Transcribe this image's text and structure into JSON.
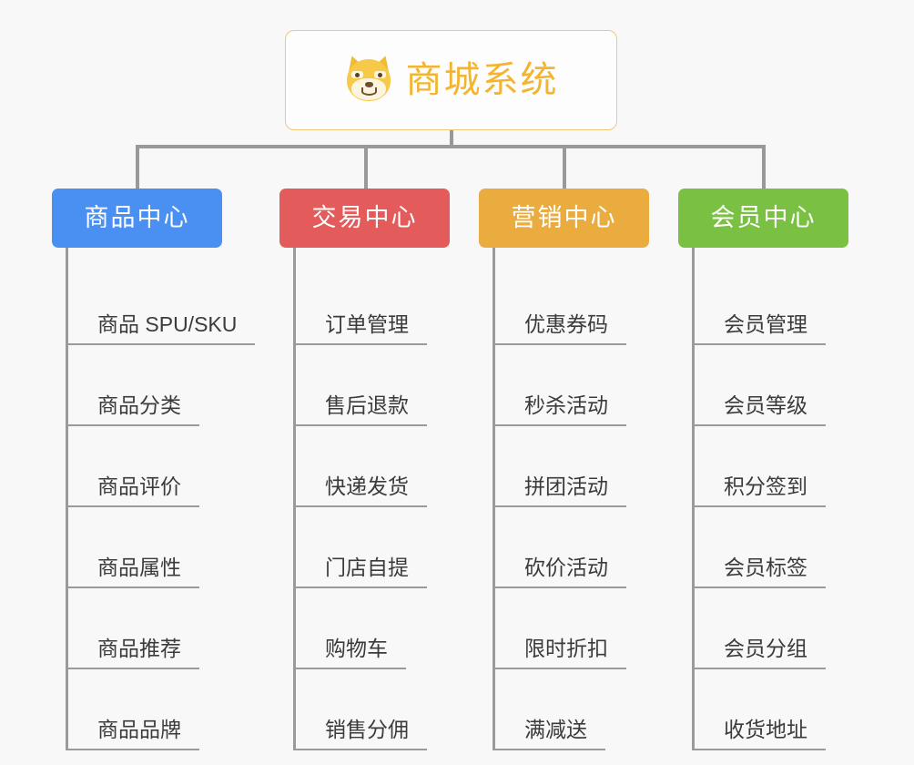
{
  "page": {
    "background_color": "#f8f8f8",
    "type": "org-chart"
  },
  "root": {
    "title": "商城系统",
    "icon": "shiba-dog-emoji",
    "title_color": "#f3b52f",
    "border_color": "#f0c97a"
  },
  "connector": {
    "color": "#999999"
  },
  "columns": [
    {
      "header": "商品中心",
      "color": "#4a90f2",
      "items": [
        "商品 SPU/SKU",
        "商品分类",
        "商品评价",
        "商品属性",
        "商品推荐",
        "商品品牌"
      ]
    },
    {
      "header": "交易中心",
      "color": "#e45b5b",
      "items": [
        "订单管理",
        "售后退款",
        "快递发货",
        "门店自提",
        "购物车",
        "销售分佣"
      ]
    },
    {
      "header": "营销中心",
      "color": "#eaac3e",
      "items": [
        "优惠券码",
        "秒杀活动",
        "拼团活动",
        "砍价活动",
        "限时折扣",
        "满减送"
      ]
    },
    {
      "header": "会员中心",
      "color": "#7ac143",
      "items": [
        "会员管理",
        "会员等级",
        "积分签到",
        "会员标签",
        "会员分组",
        "收货地址"
      ]
    }
  ]
}
